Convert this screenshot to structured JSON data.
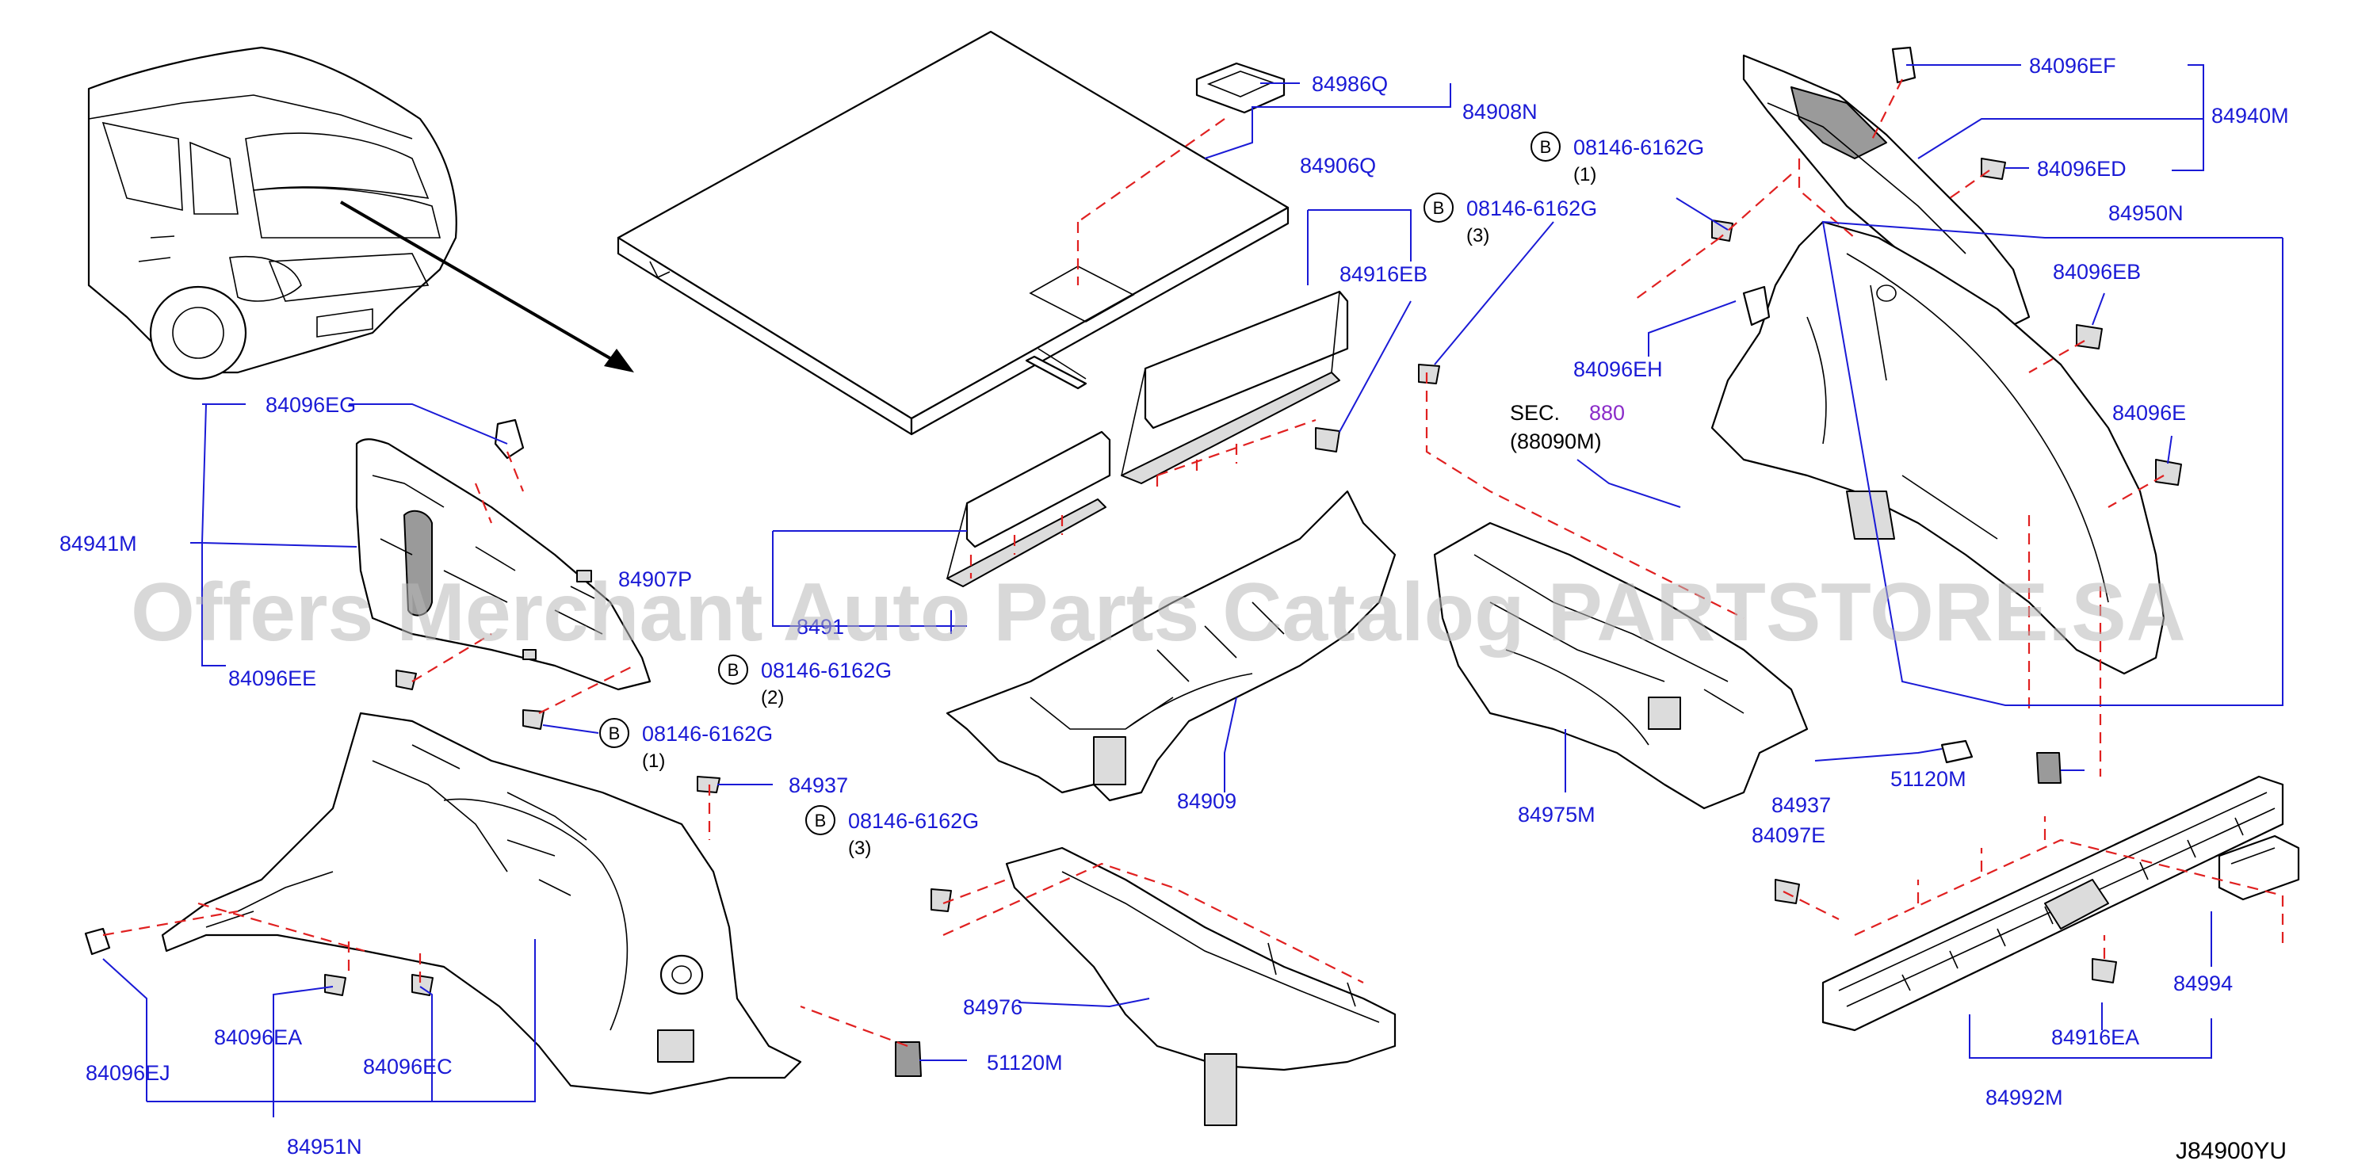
{
  "diagram": {
    "watermark": "Offers Merchant Auto Parts Catalog PARTSTORE.SA",
    "drawing_code": "J84900YU",
    "sec_ref": {
      "prefix": "SEC.",
      "number": "880",
      "sub": "(88090M)"
    },
    "bolt_symbol": "B",
    "labels": {
      "p84986Q": "84986Q",
      "p84908N": "84908N",
      "p84906Q": "84906Q",
      "p84916EB": "84916EB",
      "p84096EF": "84096EF",
      "p84940M": "84940M",
      "p84096ED": "84096ED",
      "p84950N": "84950N",
      "p84096EB": "84096EB",
      "p84096EH": "84096EH",
      "p84096E": "84096E",
      "p84096EG": "84096EG",
      "p84941M": "84941M",
      "p84907P": "84907P",
      "p8491": "8491",
      "p84096EE": "84096EE",
      "p84937a": "84937",
      "p84909": "84909",
      "p84975M": "84975M",
      "p84937b": "84937",
      "p51120Ma": "51120M",
      "p84097E": "84097E",
      "p84976": "84976",
      "p51120Mb": "51120M",
      "p84994": "84994",
      "p84916EA": "84916EA",
      "p84992M": "84992M",
      "p84096EA": "84096EA",
      "p84096EC": "84096EC",
      "p84096EJ": "84096EJ",
      "p84951N": "84951N"
    },
    "bolts": [
      {
        "part": "08146-6162G",
        "qty": "(1)"
      },
      {
        "part": "08146-6162G",
        "qty": "(3)"
      },
      {
        "part": "08146-6162G",
        "qty": "(2)"
      },
      {
        "part": "08146-6162G",
        "qty": "(1)"
      },
      {
        "part": "08146-6162G",
        "qty": "(3)"
      }
    ]
  }
}
